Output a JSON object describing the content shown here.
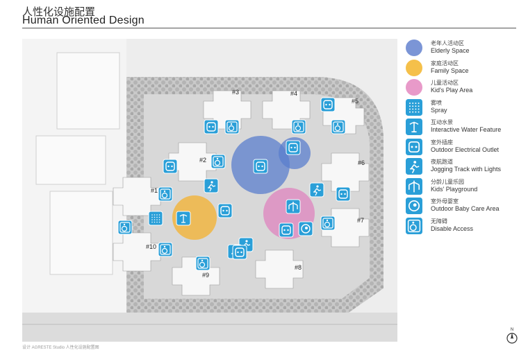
{
  "header": {
    "title_cn": "人性化设施配置",
    "title_en": "Human Oriented Design"
  },
  "map": {
    "building_labels": [
      "#1",
      "#2",
      "#3",
      "#4",
      "#5",
      "#6",
      "#7",
      "#8",
      "#9",
      "#10"
    ],
    "zones": [
      {
        "name": "Elderly Space",
        "color": "#5b7fce"
      },
      {
        "name": "Family Space",
        "color": "#f2b43a"
      },
      {
        "name": "Kid's Play Area",
        "color": "#e07fbd"
      }
    ],
    "icon_color": "#2a9fd8"
  },
  "legend": {
    "items": [
      {
        "cn": "老年人活动区",
        "en": "Elderly Space",
        "kind": "circle",
        "color": "#7b95d6"
      },
      {
        "cn": "家庭活动区",
        "en": "Family Space",
        "kind": "circle",
        "color": "#f5c04a"
      },
      {
        "cn": "儿童活动区",
        "en": "Kid's Play Area",
        "kind": "circle",
        "color": "#e89ac9"
      },
      {
        "cn": "雾喷",
        "en": "Spray",
        "kind": "icon",
        "icon": "spray-icon"
      },
      {
        "cn": "互动水景",
        "en": "Interactive Water Feature",
        "kind": "icon",
        "icon": "water-feature-icon"
      },
      {
        "cn": "室外插座",
        "en": "Outdoor Electrical Outlet",
        "kind": "icon",
        "icon": "outlet-icon"
      },
      {
        "cn": "夜航跑道",
        "en": "Jogging Track with Lights",
        "kind": "icon",
        "icon": "jogging-icon"
      },
      {
        "cn": "分龄儿童乐园",
        "en": "Kids' Playground",
        "kind": "icon",
        "icon": "playground-icon"
      },
      {
        "cn": "室外母婴室",
        "en": "Outdoor Baby Care Area",
        "kind": "icon",
        "icon": "baby-care-icon"
      },
      {
        "cn": "无障碍",
        "en": "Disable Access",
        "kind": "icon",
        "icon": "accessibility-icon"
      }
    ]
  },
  "compass": {
    "label": "N"
  },
  "footer": {
    "text": "设计 AGRESTE Studio 人性化设施配置图"
  }
}
